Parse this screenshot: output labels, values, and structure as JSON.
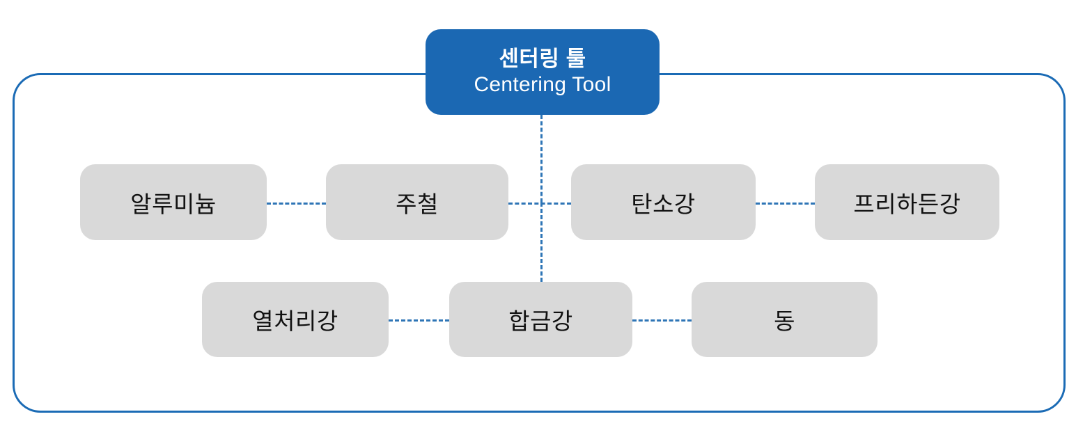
{
  "diagram": {
    "type": "hierarchy-tree",
    "colors": {
      "accent_blue": "#1B68B3",
      "frame_blue": "#1B6BB5",
      "connector_blue": "#2E75B6",
      "node_gray": "#D9D9D9",
      "node_text": "#111111",
      "root_text": "#FFFFFF",
      "background": "#FFFFFF"
    },
    "root": {
      "title_ko": "센터링 툴",
      "title_en": "Centering Tool"
    },
    "rows": [
      {
        "name": "row-1",
        "nodes": [
          {
            "label": "알루미늄"
          },
          {
            "label": "주철"
          },
          {
            "label": "탄소강"
          },
          {
            "label": "프리하든강"
          }
        ]
      },
      {
        "name": "row-2",
        "nodes": [
          {
            "label": "열처리강"
          },
          {
            "label": "합금강"
          },
          {
            "label": "동"
          }
        ]
      }
    ]
  }
}
